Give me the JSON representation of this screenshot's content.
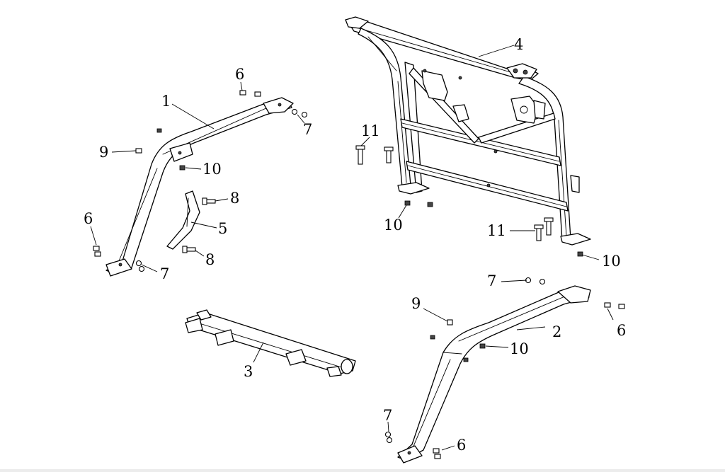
{
  "callouts": [
    {
      "id": "c1",
      "text": "1"
    },
    {
      "id": "c2",
      "text": "2"
    },
    {
      "id": "c3",
      "text": "3"
    },
    {
      "id": "c4",
      "text": "4"
    },
    {
      "id": "c5",
      "text": "5"
    },
    {
      "id": "c6a",
      "text": "6"
    },
    {
      "id": "c6b",
      "text": "6"
    },
    {
      "id": "c6c",
      "text": "6"
    },
    {
      "id": "c6d",
      "text": "6"
    },
    {
      "id": "c7a",
      "text": "7"
    },
    {
      "id": "c7b",
      "text": "7"
    },
    {
      "id": "c7c",
      "text": "7"
    },
    {
      "id": "c7d",
      "text": "7"
    },
    {
      "id": "c8a",
      "text": "8"
    },
    {
      "id": "c8b",
      "text": "8"
    },
    {
      "id": "c9a",
      "text": "9"
    },
    {
      "id": "c9b",
      "text": "9"
    },
    {
      "id": "c10a",
      "text": "10"
    },
    {
      "id": "c10b",
      "text": "10"
    },
    {
      "id": "c10c",
      "text": "10"
    },
    {
      "id": "c10d",
      "text": "10"
    },
    {
      "id": "c11a",
      "text": "11"
    },
    {
      "id": "c11b",
      "text": "11"
    }
  ]
}
